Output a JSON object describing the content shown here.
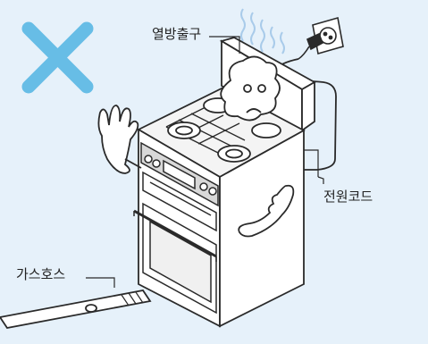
{
  "labels": {
    "vent": "열방출구",
    "power_cord": "전원코드",
    "gas_hose": "가스호스"
  },
  "colors": {
    "background": "#e6f1fa",
    "x_mark": "#67bde6",
    "line": "#2a2a2a",
    "heat_wave": "#a9cbea",
    "stove_fill": "#ffffff",
    "panel_shade": "#d8d8d8"
  },
  "icons": {
    "forbidden_mark": "x-mark-icon",
    "outlet": "wall-outlet-icon",
    "plug": "plug-icon"
  }
}
